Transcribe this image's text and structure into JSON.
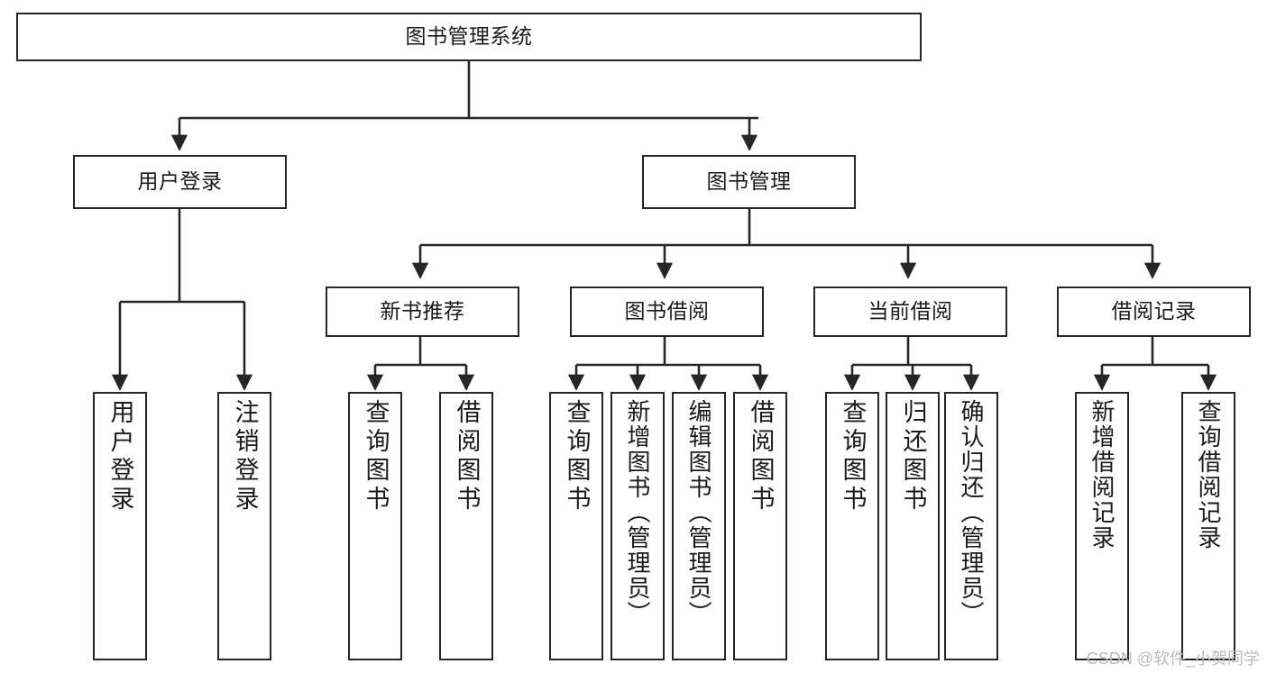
{
  "diagram": {
    "title": "图书管理系统",
    "type": "hierarchy-tree",
    "orientation": "top-down",
    "line_color": "#262626",
    "box_fill": "#ffffff",
    "text_color": "#1a1a1a",
    "root": {
      "id": "root",
      "label": "图书管理系统"
    },
    "level2": [
      {
        "id": "user-login",
        "label": "用户登录"
      },
      {
        "id": "book-manage",
        "label": "图书管理"
      }
    ],
    "level3": [
      {
        "id": "new-book-rec",
        "label": "新书推荐",
        "parent": "book-manage"
      },
      {
        "id": "book-borrow",
        "label": "图书借阅",
        "parent": "book-manage"
      },
      {
        "id": "current-borrow",
        "label": "当前借阅",
        "parent": "book-manage"
      },
      {
        "id": "borrow-record",
        "label": "借阅记录",
        "parent": "book-manage"
      }
    ],
    "leaves": [
      {
        "id": "leaf-user-login",
        "label": "用户登录",
        "parent": "user-login"
      },
      {
        "id": "leaf-user-logout",
        "label": "注销登录",
        "parent": "user-login"
      },
      {
        "id": "leaf-query-book-1",
        "label": "查询图书",
        "parent": "new-book-rec"
      },
      {
        "id": "leaf-borrow-book-1",
        "label": "借阅图书",
        "parent": "new-book-rec"
      },
      {
        "id": "leaf-query-book-2",
        "label": "查询图书",
        "parent": "book-borrow"
      },
      {
        "id": "leaf-add-book",
        "label": "新增图书（管理员）",
        "parent": "book-borrow"
      },
      {
        "id": "leaf-edit-book",
        "label": "编辑图书（管理员）",
        "parent": "book-borrow"
      },
      {
        "id": "leaf-borrow-book-2",
        "label": "借阅图书",
        "parent": "book-borrow"
      },
      {
        "id": "leaf-query-book-3",
        "label": "查询图书",
        "parent": "current-borrow"
      },
      {
        "id": "leaf-return-book",
        "label": "归还图书",
        "parent": "current-borrow"
      },
      {
        "id": "leaf-confirm-return",
        "label": "确认归还（管理员）",
        "parent": "current-borrow"
      },
      {
        "id": "leaf-add-record",
        "label": "新增借阅记录",
        "parent": "borrow-record"
      },
      {
        "id": "leaf-query-record",
        "label": "查询借阅记录",
        "parent": "borrow-record"
      }
    ]
  },
  "watermark": {
    "text": "CSDN @软件_小贺同学"
  }
}
